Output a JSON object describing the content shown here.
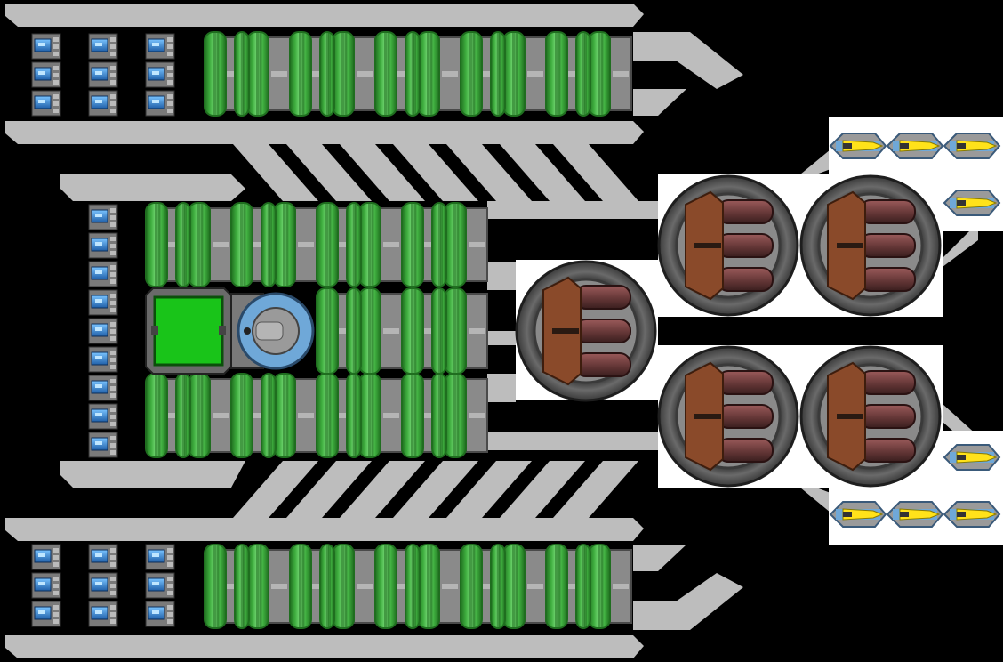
{
  "scene": {
    "background": "#000000",
    "colors": {
      "hull": "#bdbdbd",
      "tank_green": "#3fae3f",
      "tank_green_light": "#6fd46f",
      "tank_green_dark": "#1f6e1f",
      "pipe_grey": "#8a8a8a",
      "pipe_dark": "#4a4a4a",
      "battery_blue": "#2f7fd0",
      "battery_light": "#7ac4ff",
      "turret_brown": "#8a4a2a",
      "turret_brown_light": "#b06a3e",
      "barrel": "#6a3a3a",
      "ring_grey": "#5e5e5e",
      "command_green": "#19c419",
      "thruster_yellow": "#ffe21a",
      "thruster_blue": "#6fa8d8",
      "white_pad": "#ffffff"
    },
    "icons": {
      "battery": "battery-icon",
      "tank": "fuel-tank-icon",
      "turret": "triple-cannon-turret-icon",
      "thruster": "thruster-icon",
      "cockpit": "command-module-icon",
      "reactor": "reactor-icon"
    },
    "counts": {
      "top_battery_rows": 3,
      "top_battery_cols": 3,
      "middle_battery_count": 9,
      "turret_count": 5,
      "thruster_count": 8
    }
  }
}
